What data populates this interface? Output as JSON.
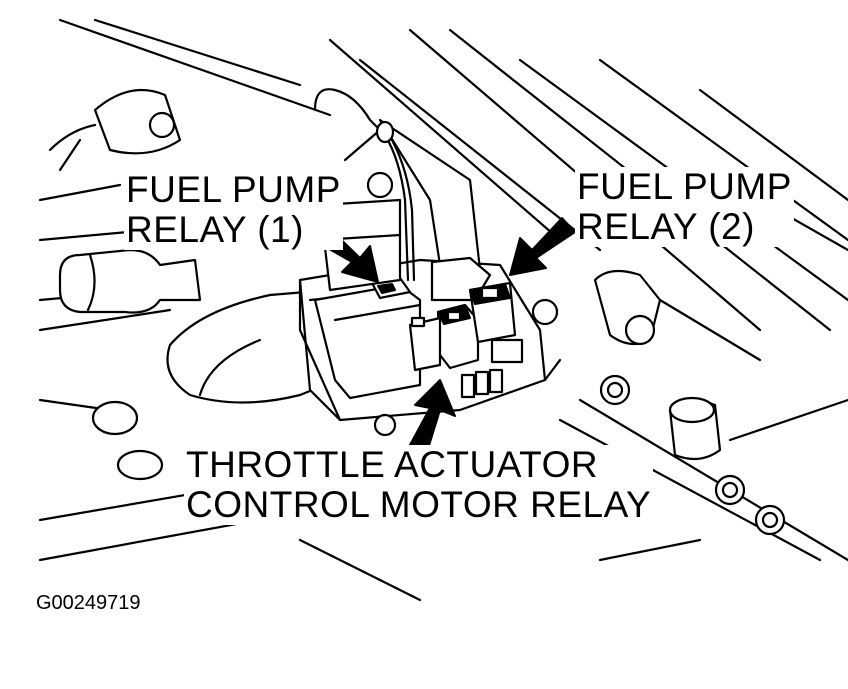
{
  "labels": {
    "fuel_pump_relay_1": [
      "FUEL PUMP",
      "RELAY (1)"
    ],
    "fuel_pump_relay_2": [
      "FUEL PUMP",
      "RELAY (2)"
    ],
    "throttle_actuator_relay": [
      "THROTTLE ACTUATOR",
      "CONTROL MOTOR RELAY"
    ]
  },
  "figure_id": "G00249719",
  "colors": {
    "ink": "#000000",
    "paper": "#ffffff"
  }
}
